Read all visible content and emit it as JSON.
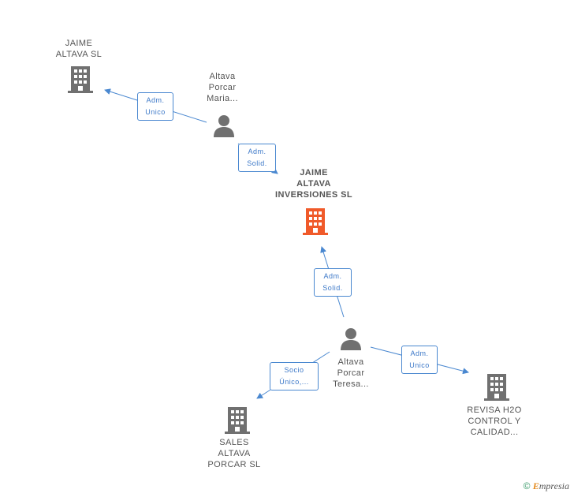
{
  "nodes": {
    "jaime_altava_sl": {
      "lines": [
        "JAIME",
        "ALTAVA SL"
      ],
      "icon": "building-icon",
      "color": "#707070"
    },
    "altava_porcar_maria": {
      "lines": [
        "Altava",
        "Porcar",
        "Maria..."
      ],
      "icon": "person-icon",
      "color": "#707070"
    },
    "jaime_altava_inversiones": {
      "lines": [
        "JAIME",
        "ALTAVA",
        "INVERSIONES SL"
      ],
      "icon": "building-icon",
      "color": "#f05a2a"
    },
    "altava_porcar_teresa": {
      "lines": [
        "Altava",
        "Porcar",
        "Teresa..."
      ],
      "icon": "person-icon",
      "color": "#707070"
    },
    "sales_altava_porcar": {
      "lines": [
        "SALES",
        "ALTAVA",
        "PORCAR SL"
      ],
      "icon": "building-icon",
      "color": "#707070"
    },
    "revisa_h2o": {
      "lines": [
        "REVISA H2O",
        "CONTROL Y",
        "CALIDAD..."
      ],
      "icon": "building-icon",
      "color": "#707070"
    }
  },
  "edges": {
    "maria_to_jaime_sl": [
      "Adm.",
      "Unico"
    ],
    "maria_to_inversiones": [
      "Adm.",
      "Solid."
    ],
    "teresa_to_inversiones": [
      "Adm.",
      "Solid."
    ],
    "teresa_to_sales": [
      "Socio",
      "Único,..."
    ],
    "teresa_to_revisa": [
      "Adm.",
      "Unico"
    ]
  },
  "footer": {
    "copyright": "©",
    "brand_first": "E",
    "brand_rest": "mpresia"
  },
  "colors": {
    "edge": "#4a88d0",
    "highlight": "#f05a2a",
    "neutral": "#707070"
  }
}
